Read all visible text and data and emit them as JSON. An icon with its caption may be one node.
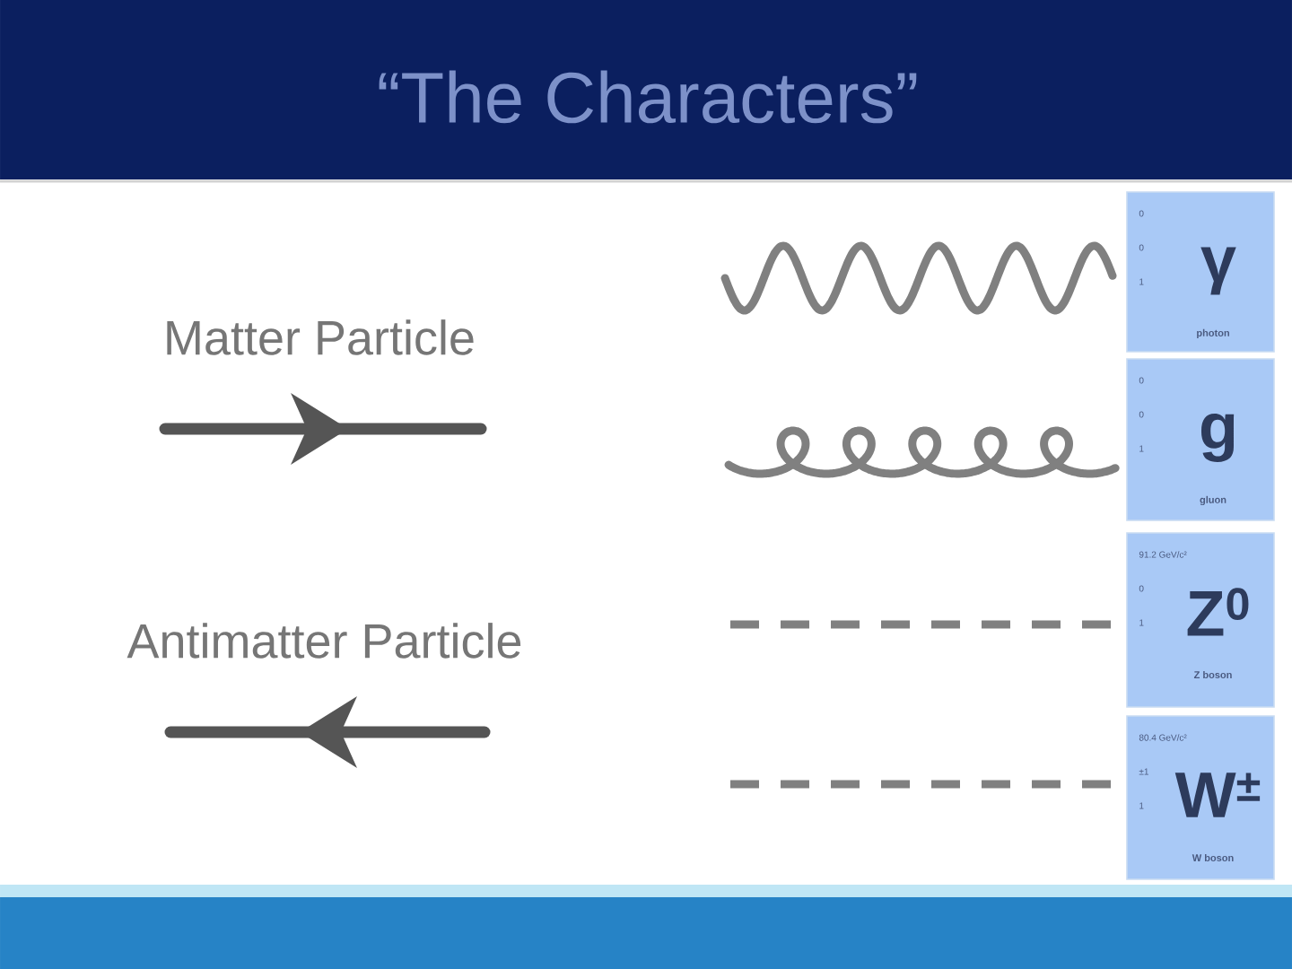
{
  "diagram": {
    "title": "“The Characters”",
    "nodes": [
      {
        "text": [
          "0",
          "0",
          "1",
          "γ",
          "photon"
        ]
      },
      {
        "text": [
          "0",
          "0",
          "1",
          "g",
          "gluon"
        ]
      },
      {
        "text": [
          "91.2 GeV/c²",
          "0",
          "1",
          "Z$^{0}$",
          "Z boson"
        ]
      },
      {
        "text": [
          "80.4 GeV/c²",
          "±1",
          "1",
          "W$^{±}$",
          "W boson"
        ]
      }
    ],
    "labels": [
      "Matter Particle",
      "Antimatter Particle"
    ]
  }
}
